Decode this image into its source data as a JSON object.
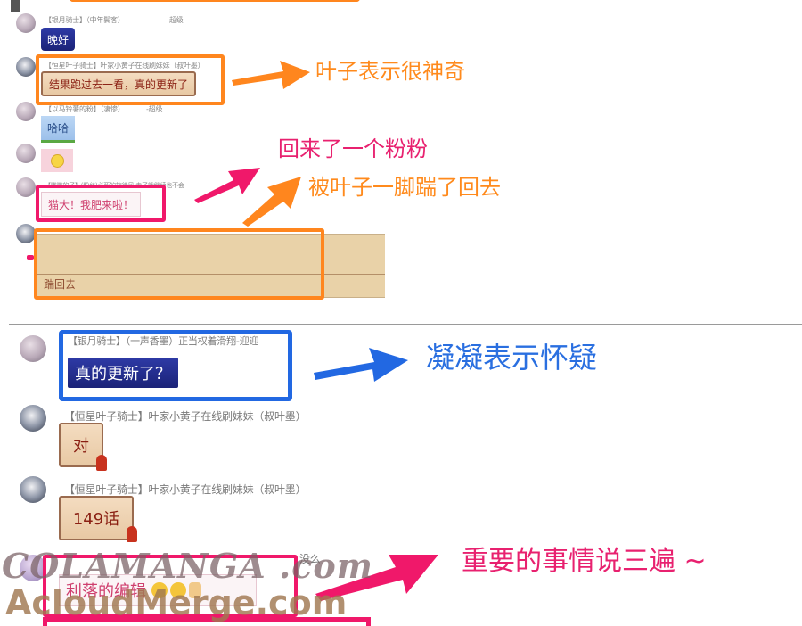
{
  "top_chat": {
    "messages": [
      {
        "id": "m1",
        "sender": "【银月骑士】（中年鬓客）",
        "extra": "超级",
        "text": "晚好",
        "bubble_style": "navy"
      },
      {
        "id": "m2",
        "sender": "【恒星叶子骑士】叶家小黄子在线刷妹妹（叔叶墨）",
        "text": "结果跑过去一看，真的更新了",
        "bubble_style": "parchment"
      },
      {
        "id": "m3",
        "sender": "【以马铃薯的粉】（凄惨）",
        "extra": "-超级",
        "text": "哈哈",
        "bubble_style": "blue"
      },
      {
        "id": "m4",
        "sender": "",
        "text": "",
        "emoji": "smiley-sticker",
        "bubble_style": "pink"
      },
      {
        "id": "m5",
        "sender": "【嗷嗷的了】(粉丝)必死的旋律风 走了就继续也不会",
        "text": "猫大！我肥来啦！",
        "bubble_style": "white"
      },
      {
        "id": "m6",
        "sender": "",
        "text": "踹回去",
        "bubble_style": "tan"
      }
    ]
  },
  "bottom_chat": {
    "messages": [
      {
        "id": "m7",
        "sender": "【银月骑士】（一声香墨）正当权着滑翔-迎迎",
        "text": "真的更新了？",
        "bubble_style": "navy"
      },
      {
        "id": "m8",
        "sender": "【恒星叶子骑士】叶家小黄子在线刷妹妹（叔叶墨）",
        "text": "对",
        "bubble_style": "parchment"
      },
      {
        "id": "m9",
        "sender": "【恒星叶子骑士】叶家小黄子在线刷妹妹（叔叶墨）",
        "text": "149话",
        "bubble_style": "parchment"
      },
      {
        "id": "m10",
        "sender": "",
        "extra": "没么",
        "text": "利落的编辑",
        "emoji": "laughing-faces-hand",
        "bubble_style": "white"
      }
    ]
  },
  "annotations": {
    "leaf_magic": "叶子表示很神奇",
    "pink_back": "回来了一个粉粉",
    "kicked_back": "被叶子一脚踹了回去",
    "ningning_doubt": "凝凝表示怀疑",
    "say_thrice": "重要的事情说三遍 ~"
  },
  "watermark": {
    "line1": "COLAMANGA .com",
    "line2": "AcloudMerge.com"
  },
  "colors": {
    "orange": "#ff861e",
    "pink": "#f0186a",
    "blue": "#2268e2",
    "orange_text": "#ff8a1c",
    "pink_text": "#e8216f",
    "blue_text": "#2a6fe0"
  }
}
